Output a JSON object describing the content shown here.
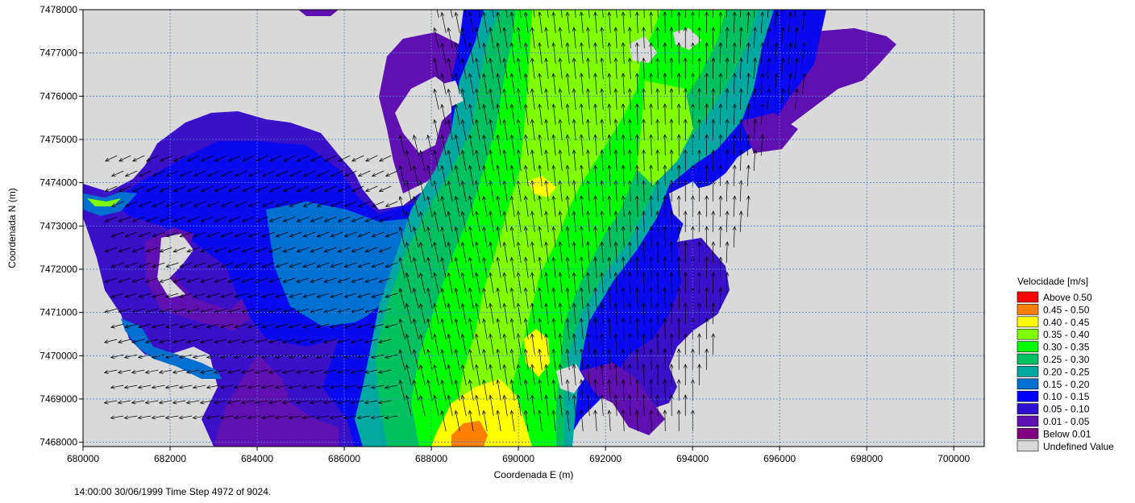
{
  "chart_data": {
    "type": "heatmap",
    "xlabel": "Coordenada E (m)",
    "ylabel": "Coordenada N (m)",
    "xlim": [
      680000,
      700700
    ],
    "ylim": [
      7467900,
      7478000
    ],
    "x_ticks": [
      680000,
      682000,
      684000,
      686000,
      688000,
      690000,
      692000,
      694000,
      696000,
      698000,
      700000
    ],
    "x_tick_labels": [
      "680000",
      "682000",
      "684000",
      "686000",
      "688000",
      "690000",
      "692000",
      "694000",
      "696000",
      "698000",
      "700000"
    ],
    "y_ticks": [
      7468000,
      7469000,
      7470000,
      7471000,
      7472000,
      7473000,
      7474000,
      7475000,
      7476000,
      7477000,
      7478000
    ],
    "y_tick_labels": [
      "7468000",
      "7469000",
      "7470000",
      "7471000",
      "7472000",
      "7473000",
      "7474000",
      "7475000",
      "7476000",
      "7477000",
      "7478000"
    ],
    "grid": true,
    "legend_position": "right",
    "legend": {
      "title": "Velocidade [m/s]",
      "entries": [
        {
          "label": "Above 0.50",
          "color": "#ff0000"
        },
        {
          "label": "0.45 - 0.50",
          "color": "#ff8000"
        },
        {
          "label": "0.40 - 0.45",
          "color": "#ffff00"
        },
        {
          "label": "0.35 - 0.40",
          "color": "#80ff00"
        },
        {
          "label": "0.30 - 0.35",
          "color": "#00ff00"
        },
        {
          "label": "0.25 - 0.30",
          "color": "#00c060"
        },
        {
          "label": "0.20 - 0.25",
          "color": "#00a8a0"
        },
        {
          "label": "0.15 - 0.20",
          "color": "#0070d0"
        },
        {
          "label": "0.10 - 0.15",
          "color": "#0000ff"
        },
        {
          "label": "0.05 - 0.10",
          "color": "#3010d0"
        },
        {
          "label": "0.01 - 0.05",
          "color": "#6010b0"
        },
        {
          "label": "Below 0.01",
          "color": "#800080"
        },
        {
          "label": "Undefined Value",
          "color": "#d9d9d9"
        }
      ]
    }
  },
  "status": "14:00:00 30/06/1999  Time Step 4972 of 9024."
}
